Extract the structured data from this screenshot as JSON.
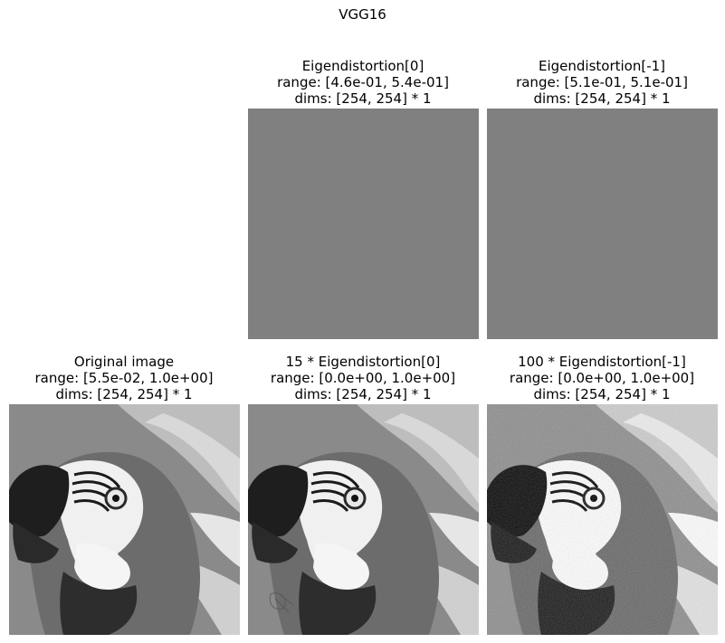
{
  "figure": {
    "suptitle": "VGG16"
  },
  "panels": {
    "eig0": {
      "title": "Eigendistortion[0]",
      "range": "range: [4.6e-01, 5.4e-01]",
      "dims": "dims: [254, 254] * 1",
      "fill_color": "#808080"
    },
    "eigm1": {
      "title": "Eigendistortion[-1]",
      "range": "range: [5.1e-01, 5.1e-01]",
      "dims": "dims: [254, 254] * 1",
      "fill_color": "#808080"
    },
    "original": {
      "title": "Original image",
      "range": "range: [5.5e-02, 1.0e+00]",
      "dims": "dims: [254, 254] * 1",
      "image_icon": "parrot-image"
    },
    "eig0_scaled": {
      "title": "15 * Eigendistortion[0]",
      "range": "range: [0.0e+00, 1.0e+00]",
      "dims": "dims: [254, 254] * 1",
      "image_icon": "parrot-image"
    },
    "eigm1_scaled": {
      "title": "100 * Eigendistortion[-1]",
      "range": "range: [0.0e+00, 1.0e+00]",
      "dims": "dims: [254, 254] * 1",
      "image_icon": "parrot-image"
    }
  }
}
